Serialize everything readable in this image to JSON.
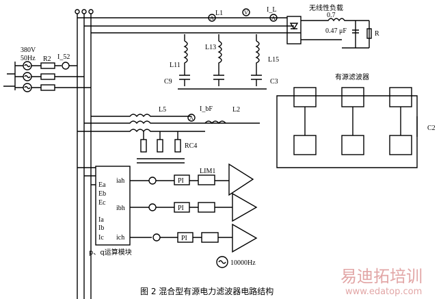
{
  "source": {
    "voltage": "380V",
    "frequency": "50Hz"
  },
  "labels": {
    "R2": "R2",
    "I52": "I_52",
    "L1": "L1",
    "IL": "I_L",
    "nonlinear_load": "无线性负载",
    "v07": "0.7",
    "cap047": "0.47 μF",
    "R": "R",
    "L11": "L11",
    "L13": "L13",
    "L15": "L15",
    "C9": "C9",
    "C3": "C3",
    "L5": "L5",
    "IbF": "I_bF",
    "L2": "L2",
    "RC4": "RC4",
    "C2": "C2",
    "active_filter": "有源滤波器",
    "lim1": "LIM1",
    "pi": "PI",
    "ea": "Ea",
    "eb": "Eb",
    "ec": "Ec",
    "ia": "Ia",
    "ib": "Ib",
    "ic": "Ic",
    "iah": "iah",
    "ibh": "ibh",
    "ich": "ich",
    "pq_module": "p、q运算模块",
    "osc": "10000Hz"
  },
  "caption": "图 2  混合型有源电力滤波器电路结构",
  "watermark": {
    "title": "易迪拓培训",
    "url": "www.edatop.com"
  }
}
